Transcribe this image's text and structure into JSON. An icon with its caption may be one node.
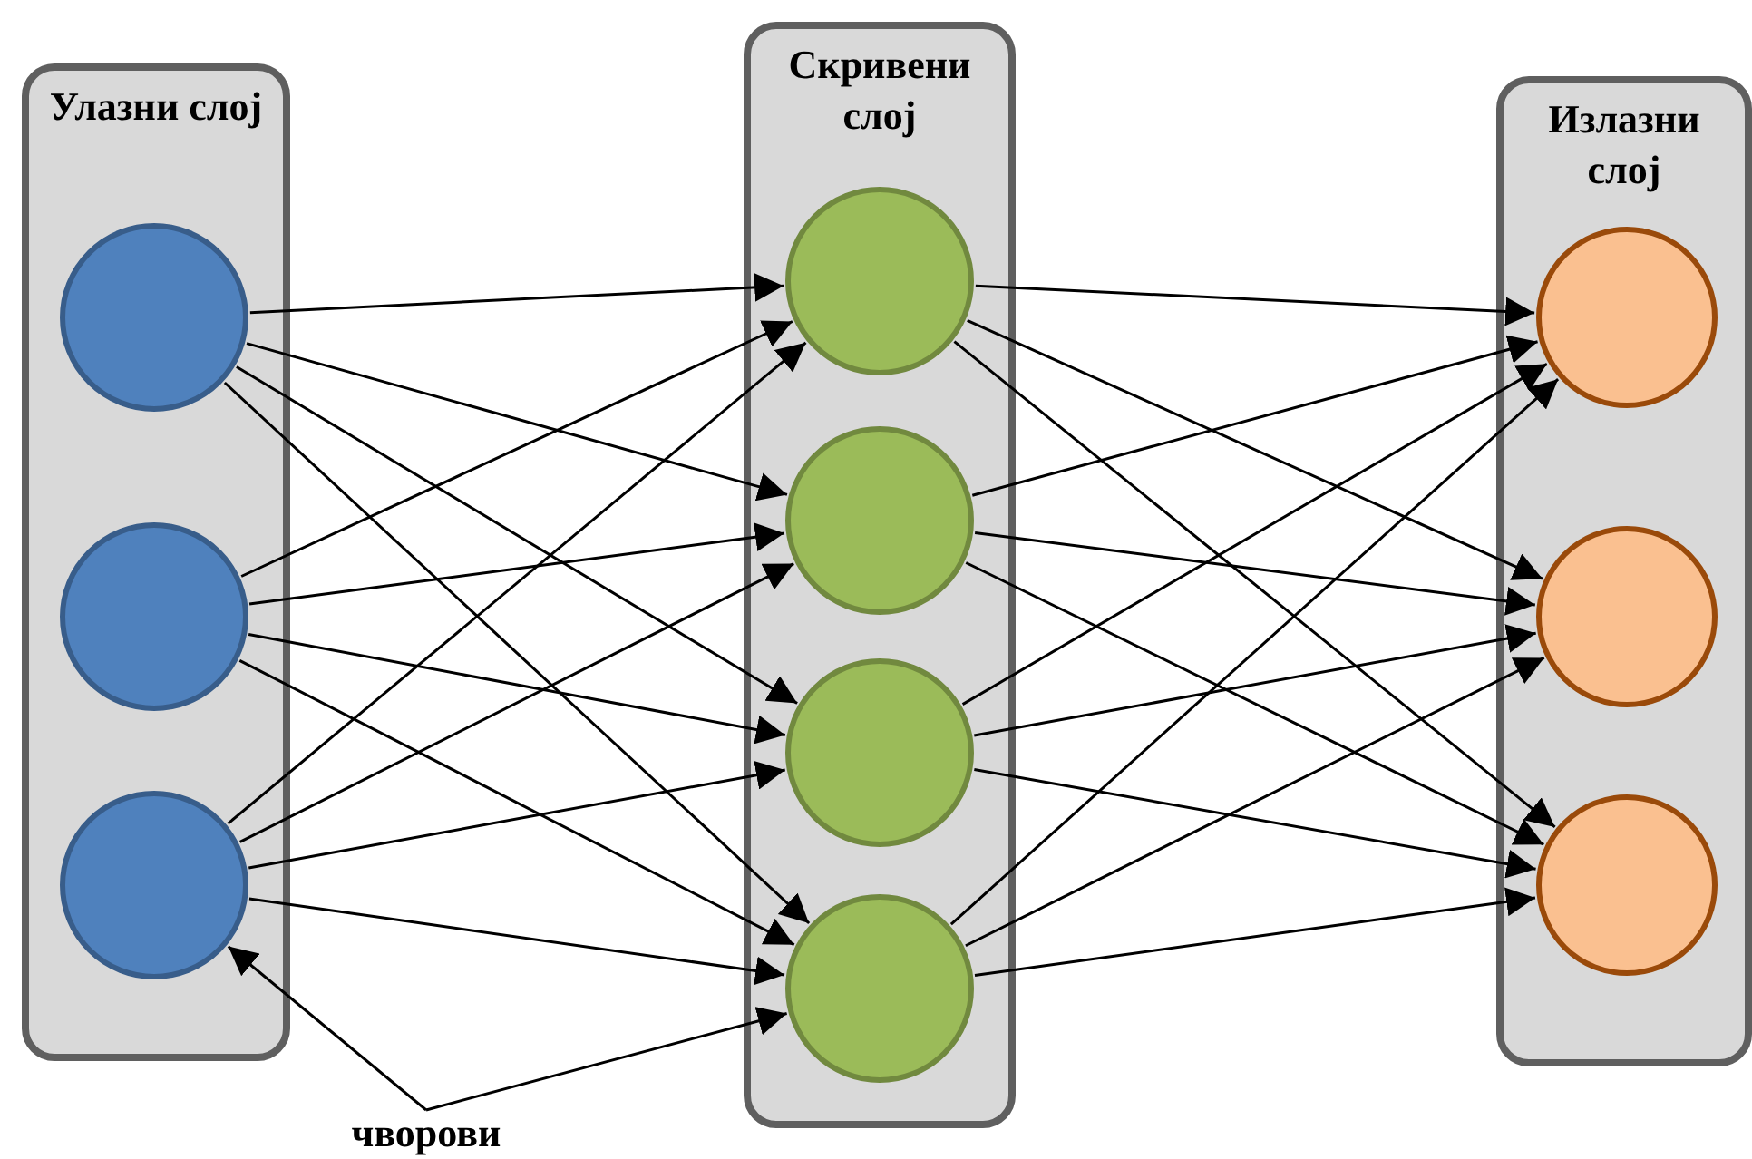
{
  "diagram": {
    "nodes": [
      {
        "text": [
          "Улазни слој"
        ]
      },
      {
        "text": [],
        "shape": "circle",
        "in": 0
      },
      {
        "text": [],
        "shape": "circle",
        "in": 0
      },
      {
        "text": [],
        "shape": "circle",
        "in": 0
      },
      {
        "text": [
          "Скривени слој"
        ]
      },
      {
        "text": [],
        "shape": "circle",
        "in": 4
      },
      {
        "text": [],
        "shape": "circle",
        "in": 4
      },
      {
        "text": [],
        "shape": "circle",
        "in": 4
      },
      {
        "text": [],
        "shape": "circle",
        "in": 4
      },
      {
        "text": [
          "Излазни слој"
        ]
      },
      {
        "text": [],
        "shape": "circle",
        "in": 9
      },
      {
        "text": [],
        "shape": "circle",
        "in": 9
      },
      {
        "text": [],
        "shape": "circle",
        "in": 9
      },
      {
        "text": [
          "чворови"
        ]
      }
    ],
    "edges": [
      {
        "from": 1,
        "to": 5,
        "arrow": "to"
      },
      {
        "from": 1,
        "to": 6,
        "arrow": "to"
      },
      {
        "from": 1,
        "to": 7,
        "arrow": "to"
      },
      {
        "from": 1,
        "to": 8,
        "arrow": "to"
      },
      {
        "from": 2,
        "to": 5,
        "arrow": "to"
      },
      {
        "from": 2,
        "to": 6,
        "arrow": "to"
      },
      {
        "from": 2,
        "to": 7,
        "arrow": "to"
      },
      {
        "from": 2,
        "to": 8,
        "arrow": "to"
      },
      {
        "from": 3,
        "to": 5,
        "arrow": "to"
      },
      {
        "from": 3,
        "to": 6,
        "arrow": "to"
      },
      {
        "from": 3,
        "to": 7,
        "arrow": "to"
      },
      {
        "from": 3,
        "to": 8,
        "arrow": "to"
      },
      {
        "from": 5,
        "to": 10,
        "arrow": "to"
      },
      {
        "from": 5,
        "to": 11,
        "arrow": "to"
      },
      {
        "from": 5,
        "to": 12,
        "arrow": "to"
      },
      {
        "from": 6,
        "to": 10,
        "arrow": "to"
      },
      {
        "from": 6,
        "to": 11,
        "arrow": "to"
      },
      {
        "from": 6,
        "to": 12,
        "arrow": "to"
      },
      {
        "from": 7,
        "to": 10,
        "arrow": "to"
      },
      {
        "from": 7,
        "to": 11,
        "arrow": "to"
      },
      {
        "from": 7,
        "to": 12,
        "arrow": "to"
      },
      {
        "from": 8,
        "to": 10,
        "arrow": "to"
      },
      {
        "from": 8,
        "to": 11,
        "arrow": "to"
      },
      {
        "from": 8,
        "to": 12,
        "arrow": "to"
      },
      {
        "from": 13,
        "to": 3,
        "arrow": "to"
      },
      {
        "from": 13,
        "to": 8,
        "arrow": "to"
      }
    ]
  }
}
